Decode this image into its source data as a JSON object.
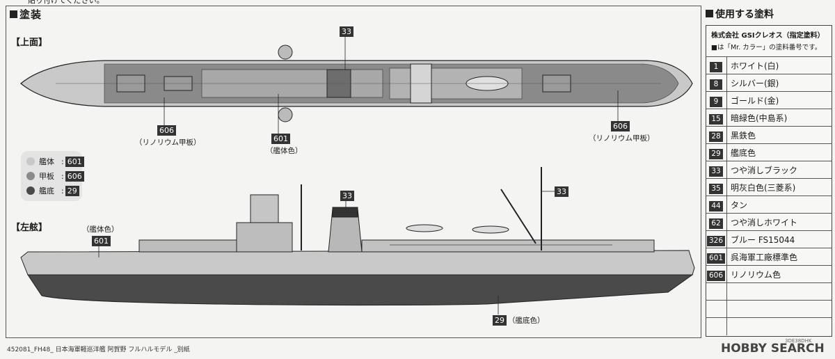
{
  "header_fragment": "貼り付けてください。",
  "section_title": "塗装",
  "top_view_label": "【上面】",
  "side_view_label": "【左舷】",
  "callouts": {
    "top_33": "33",
    "top_606_left": "606",
    "top_606_left_text": "（リノリウム甲板）",
    "top_601": "601",
    "top_601_text": "（艦体色）",
    "top_606_right": "606",
    "top_606_right_text": "（リノリウム甲板）",
    "side_601": "601",
    "side_601_text": "（艦体色）",
    "side_33_funnel": "33",
    "side_33_mast": "33",
    "side_29": "29",
    "side_29_text": "（艦底色）"
  },
  "legend": [
    {
      "label": "艦体",
      "code": "601",
      "color": "#c9c9c9"
    },
    {
      "label": "甲板",
      "code": "606",
      "color": "#8a8a8a"
    },
    {
      "label": "艦底",
      "code": "29",
      "color": "#4a4a4a"
    }
  ],
  "panel": {
    "title": "使用する塗料",
    "maker": "株式会社 GSIクレオス（指定塗料）",
    "note": "■は「Mr. カラー」の塗料番号です。",
    "paints": [
      {
        "code": "1",
        "name": "ホワイト(白)"
      },
      {
        "code": "8",
        "name": "シルバー(銀)"
      },
      {
        "code": "9",
        "name": "ゴールド(金)"
      },
      {
        "code": "15",
        "name": "暗緑色(中島系)"
      },
      {
        "code": "28",
        "name": "黒鉄色"
      },
      {
        "code": "29",
        "name": "艦底色"
      },
      {
        "code": "33",
        "name": "つや消しブラック"
      },
      {
        "code": "35",
        "name": "明灰白色(三菱系)"
      },
      {
        "code": "44",
        "name": "タン"
      },
      {
        "code": "62",
        "name": "つや消しホワイト"
      },
      {
        "code": "326",
        "name": "ブルー FS15044"
      },
      {
        "code": "601",
        "name": "呉海軍工廠標準色"
      },
      {
        "code": "606",
        "name": "リノリウム色"
      },
      {
        "code": "",
        "name": ""
      },
      {
        "code": "",
        "name": ""
      },
      {
        "code": "",
        "name": ""
      }
    ]
  },
  "footer": {
    "left": "452081_FH48_ 日本海軍軽巡洋艦 阿賀野 フルハルモデル _別紙",
    "right": "HOBBY SEARCH",
    "mini": "3DE38DHK"
  },
  "colors": {
    "hull": "#c9c9c9",
    "deck": "#8a8a8a",
    "bottom": "#4a4a4a",
    "ink": "#222222"
  }
}
